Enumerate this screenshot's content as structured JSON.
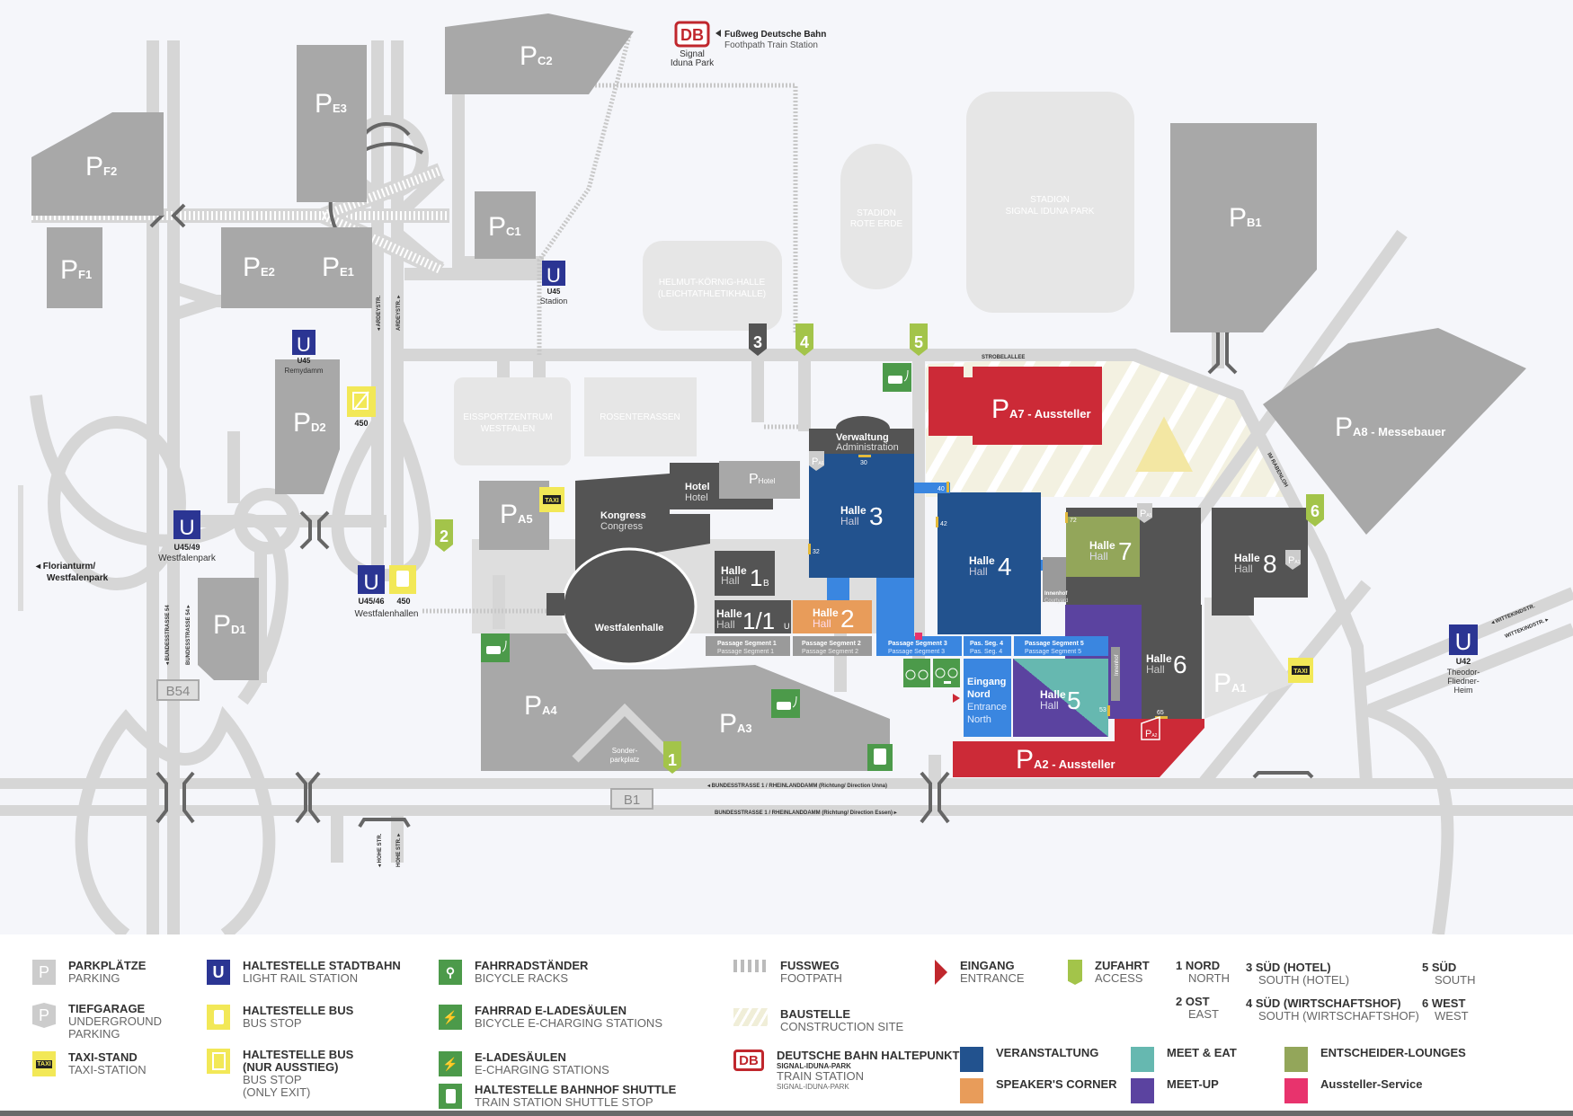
{
  "colors": {
    "road": "#d6d6d6",
    "parking": "#a8a8a8",
    "hall_dark": "#545454",
    "veranstaltung": "#22528e",
    "passage": "#3a86e0",
    "speakers": "#e89c5a",
    "meet_eat": "#66b8b0",
    "meetup": "#5b43a0",
    "lounges": "#93a65a",
    "aussteller_service": "#e8336d",
    "aussteller_parking": "#cc2a37",
    "access": "#a3c44a",
    "u_bahn": "#2b3593",
    "bus": "#f2e857",
    "green_service": "#4c9a4a",
    "construction": "#f3f1e1"
  },
  "parking": {
    "prefix": "P",
    "F2": "F2",
    "F1": "F1",
    "E3": "E3",
    "E2": "E2",
    "E1": "E1",
    "C2": "C2",
    "C1": "C1",
    "D2": "D2",
    "D1": "D1",
    "A5": "A5",
    "A4": "A4",
    "A3": "A3",
    "B1": "B1",
    "A1": "A1",
    "Hotel": "Hotel",
    "A7": "A7 - Aussteller",
    "A2": "A2 - Aussteller",
    "A8": "A8 - Messebauer",
    "underground_A6": "A6",
    "underground_A5": "A5",
    "underground_A1": "A1",
    "underground_A2": "A2"
  },
  "venues": {
    "helmut": [
      "HELMUT-KÖRNIG-HALLE",
      "(LEICHTATHLETIKHALLE)"
    ],
    "rote_erde": [
      "STADION",
      "ROTE ERDE"
    ],
    "signal": [
      "STADION",
      "SIGNAL IDUNA PARK"
    ],
    "eissport": [
      "EISSPORTZENTRUM",
      "WESTFALEN"
    ],
    "rosen": "ROSENTERASSEN",
    "kongress": {
      "de": "Kongress",
      "en": "Congress"
    },
    "hotel": {
      "de": "Hotel",
      "en": "Hotel"
    },
    "verwaltung": {
      "de": "Verwaltung",
      "en": "Administration"
    },
    "westfalenhalle": "Westfalenhalle",
    "sonderparkplatz": [
      "Sonder-",
      "parkplatz"
    ],
    "innenhof": {
      "de": "Innenhof",
      "en": "Courtyard"
    },
    "innenhof2": "Innenhof",
    "eingang": [
      "Eingang",
      "Nord",
      "Entrance",
      "North"
    ]
  },
  "halls": {
    "de": "Halle",
    "en": "Hall",
    "h3": "3",
    "h4": "4",
    "h7": "7",
    "h8": "8",
    "h6": "6",
    "h5": "5",
    "h2": "2",
    "h1b": "1",
    "h1b_sub": "B",
    "h1u": "1/1",
    "h1u_sub": "U"
  },
  "passages": {
    "s1": "Passage Segment 1",
    "s2": "Passage Segment 2",
    "s3": "Passage Segment 3",
    "s4": "Pas. Seg. 4",
    "s5": "Passage Segment 5"
  },
  "gates": {
    "g30": "30",
    "g32": "32",
    "g40": "40",
    "g42": "42",
    "g72": "72",
    "g53": "53",
    "g65": "65"
  },
  "access": {
    "a1": "1",
    "a2": "2",
    "a3": "3",
    "a4": "4",
    "a5": "5",
    "a6": "6"
  },
  "stations": {
    "u_symbol": "U",
    "stadion": {
      "line": "U45",
      "name": "Stadion"
    },
    "remydamm": {
      "line": "U45",
      "name": "Remydamm"
    },
    "westfalenpark": {
      "line": "U45/49",
      "name": "Westfalenpark"
    },
    "westfalenhallen": {
      "line": "U45/46",
      "bus": "450",
      "name": "Westfalenhallen"
    },
    "bus_exit": "450",
    "theodor": {
      "line": "U42",
      "name": [
        "Theodor-",
        "Fliedner-",
        "Heim"
      ]
    }
  },
  "db": {
    "logo": "DB",
    "station": [
      "Signal",
      "Iduna Park"
    ],
    "footpath_de": "Fußweg Deutsche Bahn",
    "footpath_en": "Foothpath Train Station"
  },
  "taxi": "TAXI",
  "streets": {
    "ardey1": "◂ ARDEYSTR.",
    "ardey2": "ARDEYSTR. ▸",
    "strobel": "STROBELALLEE",
    "rabenloh": "IM RABENLOH",
    "b54a": "◂ BUNDESSTRASSE 54",
    "b54b": "BUNDESSTRASSE 54 ▸",
    "b54": "B54",
    "b1": "B1",
    "b1_unna": "◂ BUNDESSTRASSE 1 / RHEINLANDDAMM (Richtung/ Direction Unna)",
    "b1_essen": "BUNDESSTRASSE 1 / RHEINLANDDAMM (Richtung/ Direction Essen) ▸",
    "hohe1": "◂ HOHE STR.",
    "hohe2": "HOHE STR. ▸",
    "witt1": "◂ WITTEKINDSTR.",
    "witt2": "WITTEKINDSTR. ▸",
    "florian": [
      "◂ Florianturm/",
      "Westfalenpark"
    ]
  },
  "legend": {
    "parking": {
      "de": "PARKPLÄTZE",
      "en": "PARKING"
    },
    "underground": {
      "de": "TIEFGARAGE",
      "en1": "UNDERGROUND",
      "en2": "PARKING"
    },
    "taxi": {
      "de": "TAXI-STAND",
      "en": "TAXI-STATION"
    },
    "light_rail": {
      "de": "HALTESTELLE STADTBAHN",
      "en": "LIGHT RAIL STATION"
    },
    "bus": {
      "de": "HALTESTELLE BUS",
      "en": "BUS STOP"
    },
    "bus_exit": {
      "de1": "HALTESTELLE BUS",
      "de2": "(NUR AUSSTIEG)",
      "en1": "BUS STOP",
      "en2": "(ONLY EXIT)"
    },
    "bikes": {
      "de": "FAHRRADSTÄNDER",
      "en": "BICYCLE RACKS"
    },
    "bike_charge": {
      "de": "FAHRRAD E-LADESÄULEN",
      "en": "BICYCLE E-CHARGING STATIONS"
    },
    "charge": {
      "de": "E-LADESÄULEN",
      "en": "E-CHARGING STATIONS"
    },
    "shuttle": {
      "de": "HALTESTELLE BAHNHOF SHUTTLE",
      "en": "TRAIN STATION SHUTTLE STOP"
    },
    "footpath": {
      "de": "FUSSWEG",
      "en": "FOOTPATH"
    },
    "construction": {
      "de": "BAUSTELLE",
      "en": "CONSTRUCTION SITE"
    },
    "db": {
      "de": "DEUTSCHE BAHN HALTEPUNKT",
      "de_sub": "SIGNAL-IDUNA-PARK",
      "en": "TRAIN STATION",
      "en_sub": "SIGNAL-IDUNA-PARK"
    },
    "entrance": {
      "de": "EINGANG",
      "en": "ENTRANCE"
    },
    "access": {
      "de": "ZUFAHRT",
      "en": "ACCESS"
    },
    "directions": [
      {
        "de": "1 NORD",
        "en": "NORTH"
      },
      {
        "de": "2 OST",
        "en": "EAST"
      },
      {
        "de": "3 SÜD (HOTEL)",
        "en": "SOUTH (HOTEL)"
      },
      {
        "de": "4 SÜD (WIRTSCHAFTSHOF)",
        "en": "SOUTH (WIRTSCHAFTSHOF)"
      },
      {
        "de": "5 SÜD",
        "en": "SOUTH"
      },
      {
        "de": "6 WEST",
        "en": "WEST"
      }
    ],
    "areas": {
      "veranstaltung": "VERANSTALTUNG",
      "speakers": "SPEAKER'S CORNER",
      "meet_eat": "MEET & EAT",
      "meetup": "MEET-UP",
      "lounges": "ENTSCHEIDER-LOUNGES",
      "service": "Aussteller-Service"
    }
  }
}
